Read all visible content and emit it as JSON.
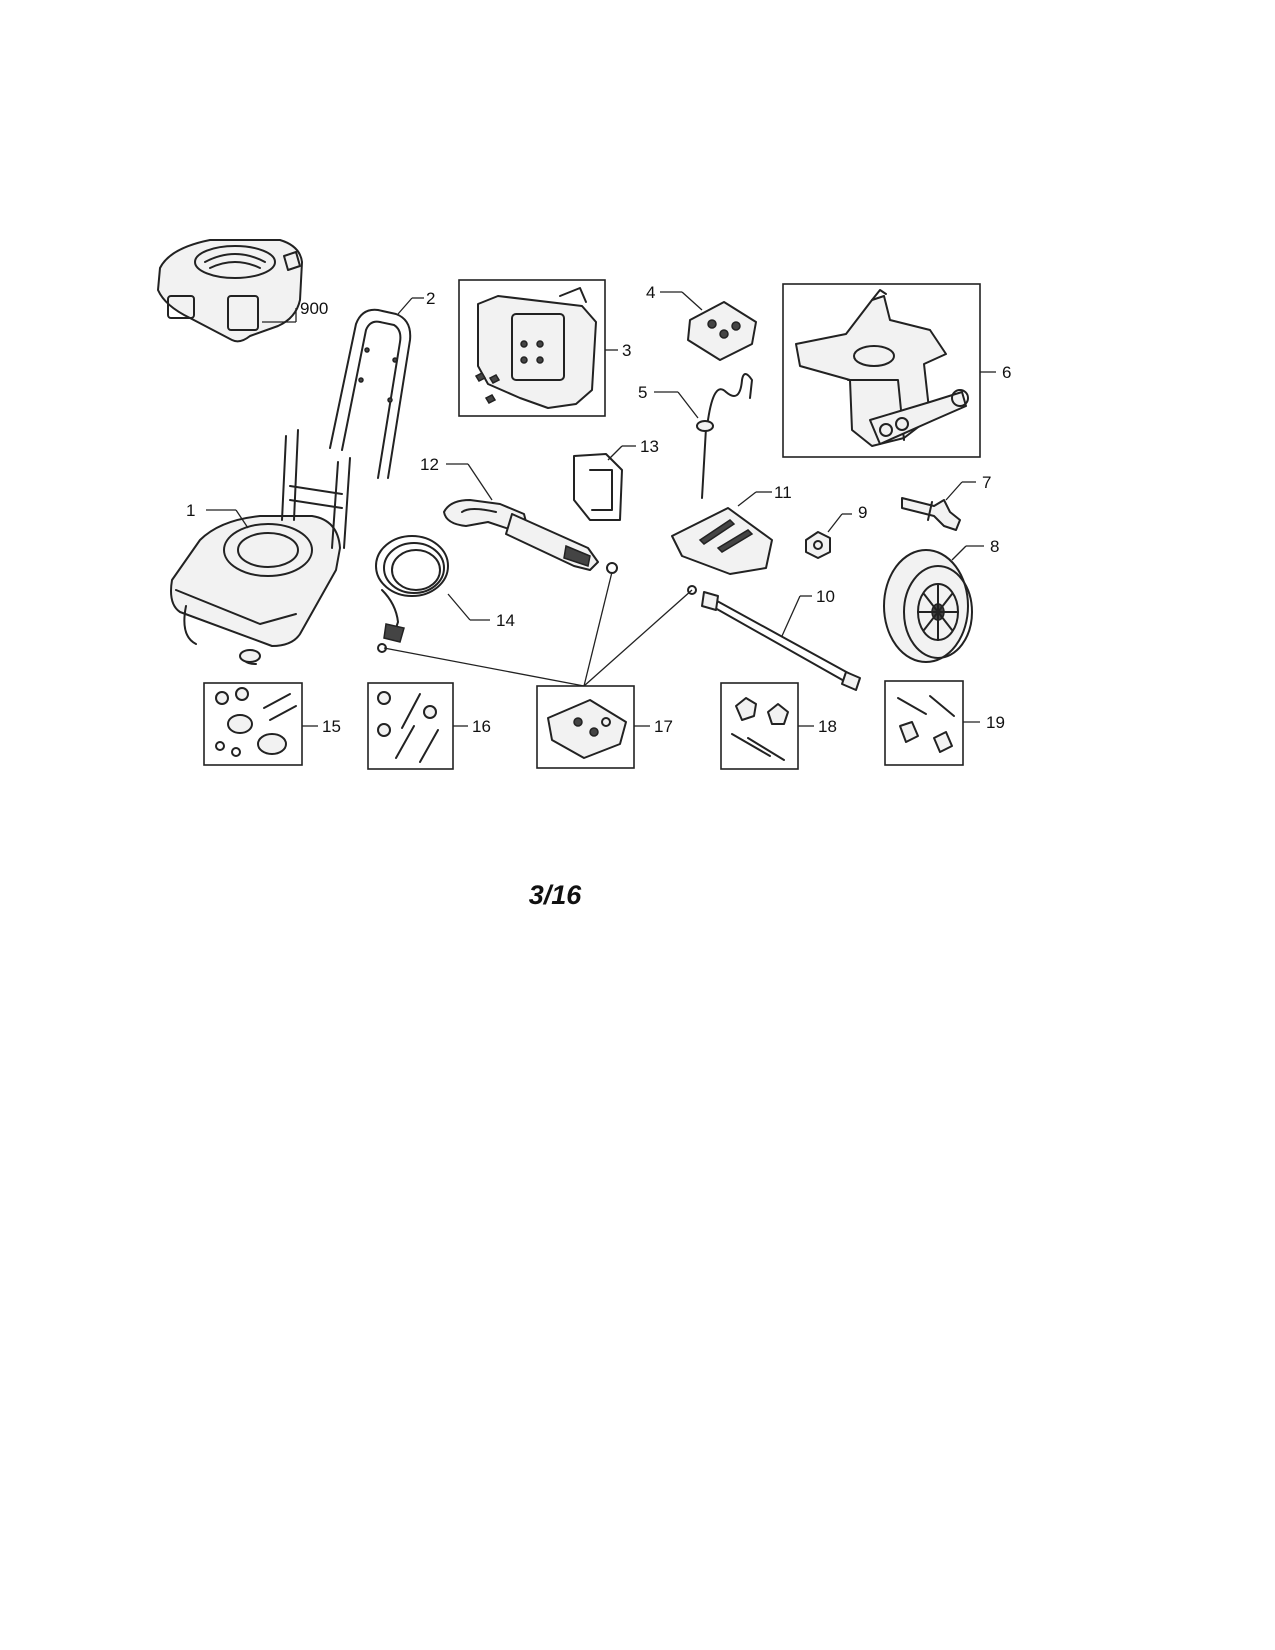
{
  "callouts": {
    "c900": "900",
    "c1": "1",
    "c2": "2",
    "c3": "3",
    "c4": "4",
    "c5": "5",
    "c6": "6",
    "c7": "7",
    "c8": "8",
    "c9": "9",
    "c10": "10",
    "c11": "11",
    "c12": "12",
    "c13": "13",
    "c14": "14",
    "c15": "15",
    "c16": "16",
    "c17": "17",
    "c18": "18",
    "c19": "19"
  },
  "page_number": "3/16",
  "colors": {
    "ink": "#222222",
    "paper": "#ffffff"
  }
}
